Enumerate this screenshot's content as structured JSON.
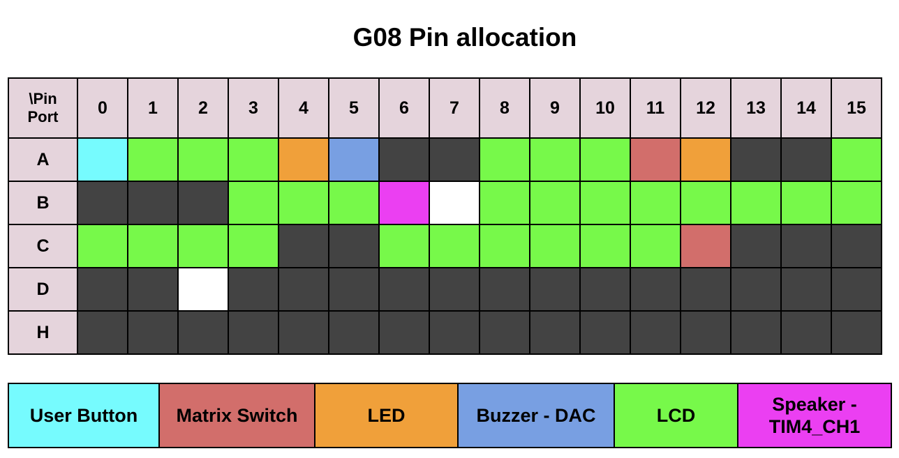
{
  "title": "G08 Pin allocation",
  "header": {
    "corner_line1": "\\Pin",
    "corner_line2": "Port",
    "pins": [
      "0",
      "1",
      "2",
      "3",
      "4",
      "5",
      "6",
      "7",
      "8",
      "9",
      "10",
      "11",
      "12",
      "13",
      "14",
      "15"
    ]
  },
  "rows": [
    {
      "port": "A",
      "cells": [
        "user_button",
        "lcd",
        "lcd",
        "lcd",
        "led",
        "buzzer_dac",
        "unused",
        "unused",
        "lcd",
        "lcd",
        "lcd",
        "matrix_switch",
        "led",
        "unused",
        "unused",
        "lcd"
      ]
    },
    {
      "port": "B",
      "cells": [
        "unused",
        "unused",
        "unused",
        "lcd",
        "lcd",
        "lcd",
        "speaker",
        "free",
        "lcd",
        "lcd",
        "lcd",
        "lcd",
        "lcd",
        "lcd",
        "lcd",
        "lcd"
      ]
    },
    {
      "port": "C",
      "cells": [
        "lcd",
        "lcd",
        "lcd",
        "lcd",
        "unused",
        "unused",
        "lcd",
        "lcd",
        "lcd",
        "lcd",
        "lcd",
        "lcd",
        "matrix_switch",
        "unused",
        "unused",
        "unused"
      ]
    },
    {
      "port": "D",
      "cells": [
        "unused",
        "unused",
        "free",
        "unused",
        "unused",
        "unused",
        "unused",
        "unused",
        "unused",
        "unused",
        "unused",
        "unused",
        "unused",
        "unused",
        "unused",
        "unused"
      ]
    },
    {
      "port": "H",
      "cells": [
        "unused",
        "unused",
        "unused",
        "unused",
        "unused",
        "unused",
        "unused",
        "unused",
        "unused",
        "unused",
        "unused",
        "unused",
        "unused",
        "unused",
        "unused",
        "unused"
      ]
    }
  ],
  "colors": {
    "header_bg": "#e5d4dc",
    "user_button": "#76fbfe",
    "matrix_switch": "#d26e6b",
    "led": "#f0a03a",
    "buzzer_dac": "#789fe2",
    "lcd": "#77f94a",
    "speaker": "#eb3ff2",
    "unused": "#434343",
    "free": "#ffffff"
  },
  "legend": [
    {
      "key": "user_button",
      "label": "User Button"
    },
    {
      "key": "matrix_switch",
      "label": "Matrix Switch"
    },
    {
      "key": "led",
      "label": "LED"
    },
    {
      "key": "buzzer_dac",
      "label": "Buzzer - DAC"
    },
    {
      "key": "lcd",
      "label": "LCD"
    },
    {
      "key": "speaker",
      "label": "Speaker - TIM4_CH1"
    }
  ]
}
